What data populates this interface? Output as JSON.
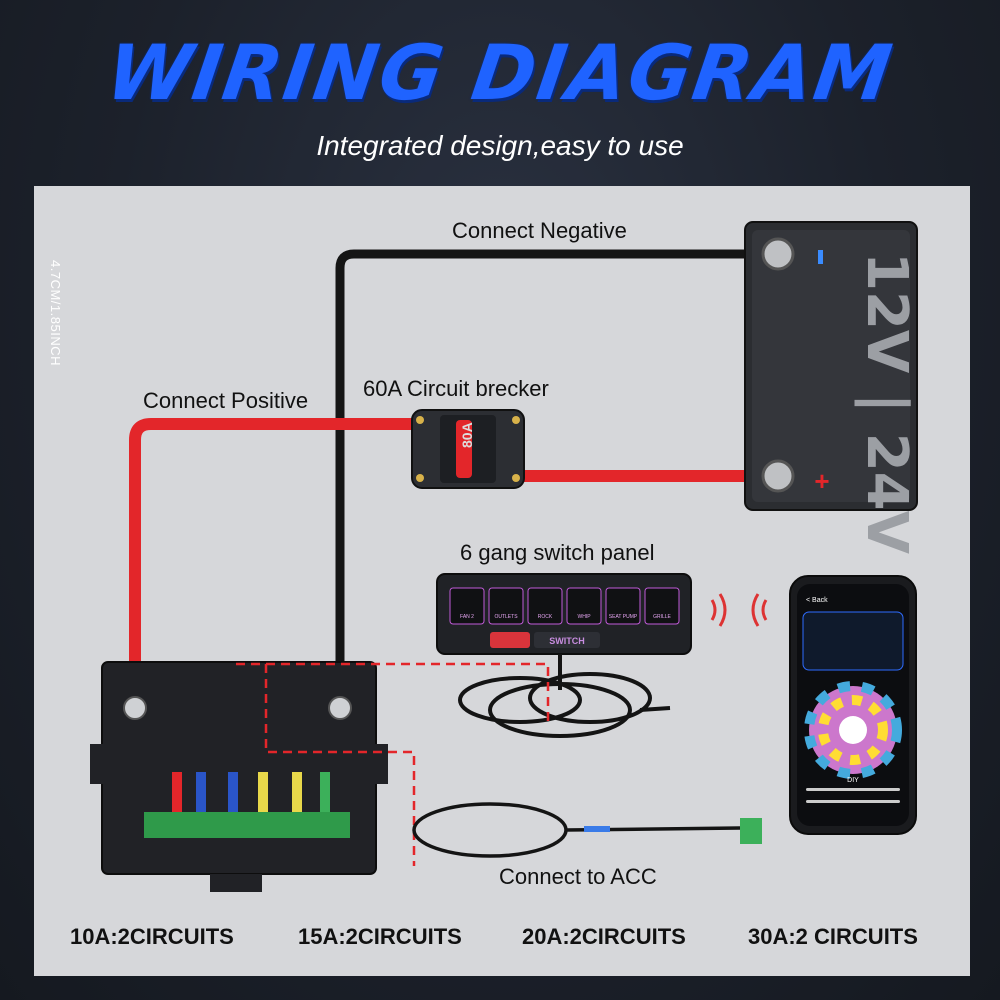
{
  "header": {
    "title": "WIRING DIAGRAM",
    "subtitle": "Integrated design,easy to use"
  },
  "labels": {
    "connect_negative": "Connect Negative",
    "connect_positive": "Connect Positive",
    "breaker": "60A Circuit brecker",
    "switch_panel": "6 gang switch panel",
    "connect_acc": "Connect to ACC",
    "dimension": "4.7CM/1.85INCH"
  },
  "battery": {
    "label": "12V | 24V",
    "plus": "+",
    "minus": "-"
  },
  "breaker_rating": "80A",
  "switch_panel": {
    "buttons": [
      "FAN 2",
      "OUTLETS",
      "ROCK",
      "WHIP",
      "SEAT PUMP",
      "GRILLE"
    ],
    "brand": "SWITCH"
  },
  "phone": {
    "back_label": "< Back",
    "bottom_buttons": [
      "DIY"
    ]
  },
  "circuits": [
    "10A:2CIRCUITS",
    "15A:2CIRCUITS",
    "20A:2CIRCUITS",
    "30A:2 CIRCUITS"
  ],
  "colors": {
    "title_blue": "#1f63ff",
    "positive_wire": "#e3262a",
    "negative_wire": "#151515",
    "acc_dashed": "#e3262a",
    "panel_bg": "#d6d7da"
  }
}
